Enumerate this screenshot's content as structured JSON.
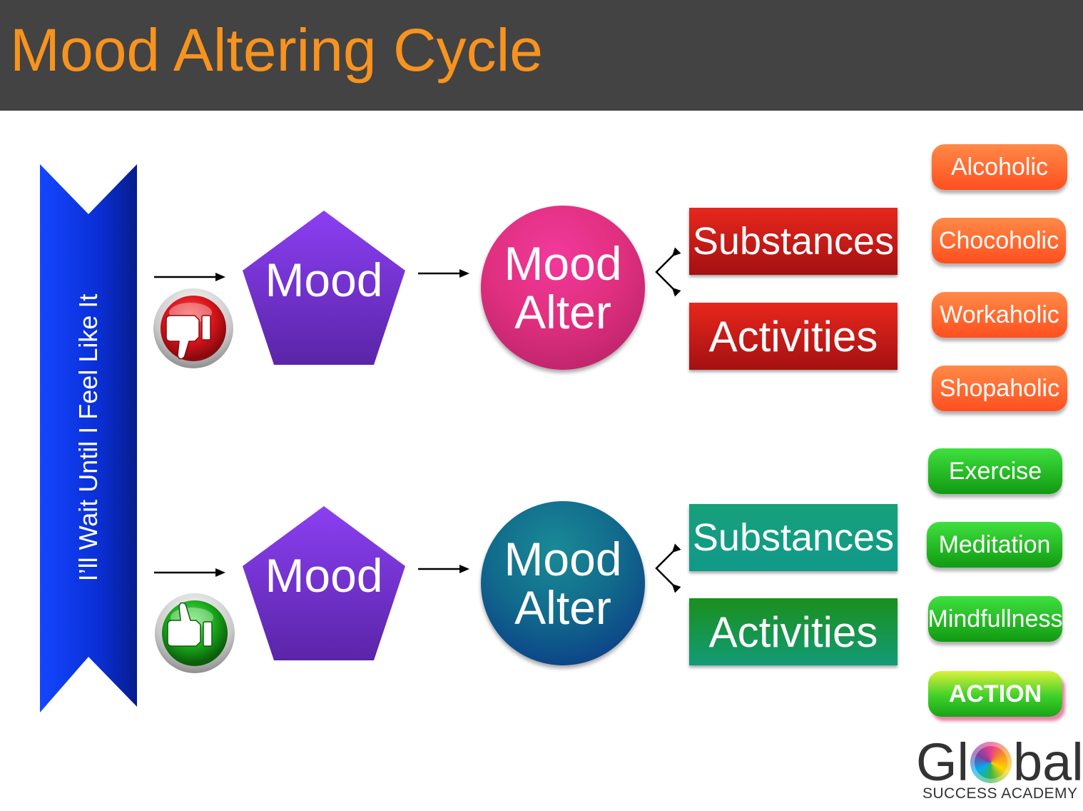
{
  "header": {
    "title": "Mood Altering Cycle"
  },
  "banner": {
    "text": "I’ll Wait Until I Feel Like It"
  },
  "rows": [
    {
      "thumb_icon": "thumbs-down-icon",
      "mood_label": "Mood",
      "alter_line1": "Mood",
      "alter_line2": "Alter",
      "substances_label": "Substances",
      "activities_label": "Activities"
    },
    {
      "thumb_icon": "thumbs-up-icon",
      "mood_label": "Mood",
      "alter_line1": "Mood",
      "alter_line2": "Alter",
      "substances_label": "Substances",
      "activities_label": "Activities"
    }
  ],
  "negative_items": [
    "Alcoholic",
    "Chocoholic",
    "Workaholic",
    "Shopaholic"
  ],
  "positive_items": [
    "Exercise",
    "Meditation",
    "Mindfullness",
    "ACTION"
  ],
  "logo": {
    "word_part1": "Gl",
    "word_part2": "bal",
    "subtitle": "SUCCESS ACADEMY"
  },
  "colors": {
    "title": "#f7931e",
    "header_bg": "#434343",
    "banner": "#0a2fd6",
    "pentagon": "#7a2fd6",
    "circle_top": "#e0307f",
    "circle_bottom": "#0d4a8a",
    "rect_top": "#c81d18",
    "rect_bottom": "#16997a",
    "pill_negative": "#ff5a24",
    "pill_positive": "#1fb51f"
  }
}
